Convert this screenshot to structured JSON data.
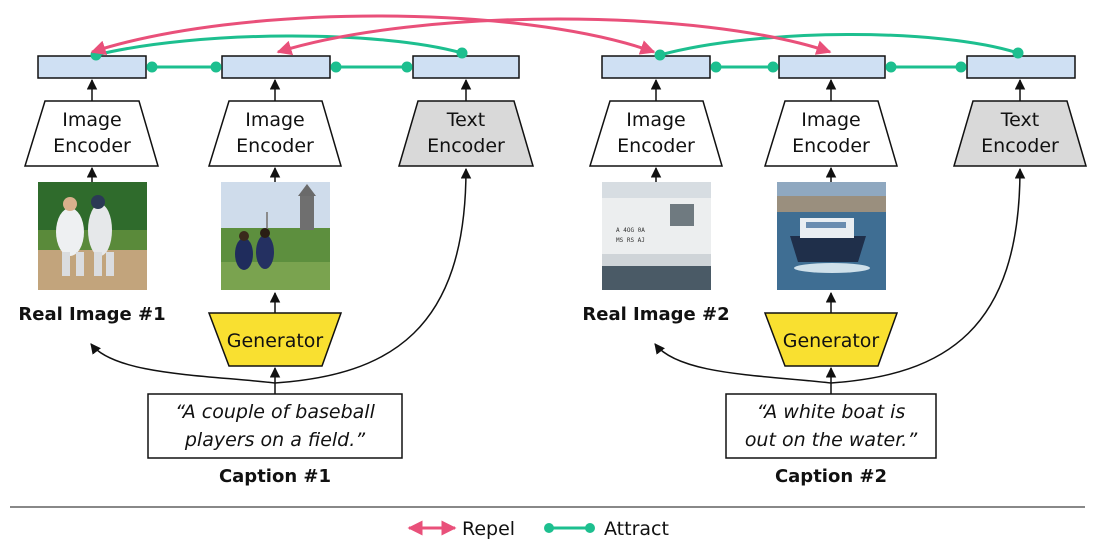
{
  "encoders": {
    "image_line1": "Image",
    "image_line2": "Encoder",
    "text_line1": "Text",
    "text_line2": "Encoder"
  },
  "generator_label": "Generator",
  "panel1": {
    "real_image_label": "Real Image #1",
    "caption_line1": "“A couple of baseball",
    "caption_line2": "players on a field.”",
    "caption_label": "Caption #1",
    "boat_text_1": "",
    "boat_text_2": ""
  },
  "panel2": {
    "real_image_label": "Real Image #2",
    "caption_line1": "“A white boat is",
    "caption_line2": "out on the water.”",
    "caption_label": "Caption #2",
    "boat_text_1": "A 4OG 0A",
    "boat_text_2": "MS RS AJ"
  },
  "legend": {
    "repel_label": "Repel",
    "attract_label": "Attract"
  },
  "colors": {
    "embedding_fill": "#cfe0f3",
    "text_encoder_fill": "#d9d9d9",
    "generator_fill": "#f9e030",
    "repel": "#e9507a",
    "attract": "#1dbf8f"
  }
}
